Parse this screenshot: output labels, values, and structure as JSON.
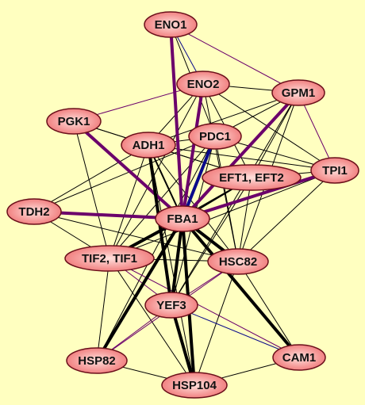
{
  "colors": {
    "background": "#ffffc0",
    "node_fill_light": "#ffe0dc",
    "node_fill_dark": "#f07878",
    "node_border": "#6a0f1a",
    "edge_black": "#000000",
    "edge_purple": "#6b006b",
    "edge_blue": "#0a0a8a"
  },
  "network": {
    "nodes": [
      {
        "id": "ENO1",
        "label": "ENO1"
      },
      {
        "id": "ENO2",
        "label": "ENO2"
      },
      {
        "id": "GPM1",
        "label": "GPM1"
      },
      {
        "id": "PGK1",
        "label": "PGK1"
      },
      {
        "id": "ADH1",
        "label": "ADH1"
      },
      {
        "id": "PDC1",
        "label": "PDC1"
      },
      {
        "id": "EFT",
        "label": "EFT1, EFT2"
      },
      {
        "id": "TPI1",
        "label": "TPI1"
      },
      {
        "id": "TDH2",
        "label": "TDH2"
      },
      {
        "id": "FBA1",
        "label": "FBA1"
      },
      {
        "id": "TIF",
        "label": "TIF2, TIF1"
      },
      {
        "id": "HSC82",
        "label": "HSC82"
      },
      {
        "id": "YEF3",
        "label": "YEF3"
      },
      {
        "id": "HSP82",
        "label": "HSP82"
      },
      {
        "id": "CAM1",
        "label": "CAM1"
      },
      {
        "id": "HSP104",
        "label": "HSP104"
      }
    ],
    "edges": [
      {
        "source": "ENO1",
        "target": "FBA1",
        "color": "purple",
        "weight": 4
      },
      {
        "source": "ENO1",
        "target": "ENO2",
        "color": "blue",
        "weight": 1
      },
      {
        "source": "ENO1",
        "target": "GPM1",
        "color": "purple",
        "weight": 1
      },
      {
        "source": "ENO1",
        "target": "PDC1",
        "color": "black",
        "weight": 1
      },
      {
        "source": "ENO2",
        "target": "FBA1",
        "color": "purple",
        "weight": 4
      },
      {
        "source": "ENO2",
        "target": "GPM1",
        "color": "black",
        "weight": 1
      },
      {
        "source": "ENO2",
        "target": "PGK1",
        "color": "purple",
        "weight": 1
      },
      {
        "source": "ENO2",
        "target": "ADH1",
        "color": "black",
        "weight": 1
      },
      {
        "source": "ENO2",
        "target": "EFT",
        "color": "black",
        "weight": 1
      },
      {
        "source": "ENO2",
        "target": "TPI1",
        "color": "black",
        "weight": 1
      },
      {
        "source": "ENO2",
        "target": "HSC82",
        "color": "black",
        "weight": 1
      },
      {
        "source": "ENO2",
        "target": "TIF",
        "color": "black",
        "weight": 1
      },
      {
        "source": "GPM1",
        "target": "FBA1",
        "color": "purple",
        "weight": 4
      },
      {
        "source": "GPM1",
        "target": "TPI1",
        "color": "purple",
        "weight": 1
      },
      {
        "source": "GPM1",
        "target": "ADH1",
        "color": "black",
        "weight": 1
      },
      {
        "source": "GPM1",
        "target": "PDC1",
        "color": "black",
        "weight": 1
      },
      {
        "source": "GPM1",
        "target": "EFT",
        "color": "black",
        "weight": 1
      },
      {
        "source": "GPM1",
        "target": "HSC82",
        "color": "black",
        "weight": 1
      },
      {
        "source": "GPM1",
        "target": "YEF3",
        "color": "black",
        "weight": 1
      },
      {
        "source": "PGK1",
        "target": "FBA1",
        "color": "purple",
        "weight": 4
      },
      {
        "source": "PGK1",
        "target": "ADH1",
        "color": "black",
        "weight": 1
      },
      {
        "source": "PGK1",
        "target": "TIF",
        "color": "black",
        "weight": 1
      },
      {
        "source": "PGK1",
        "target": "EFT",
        "color": "black",
        "weight": 1
      },
      {
        "source": "ADH1",
        "target": "FBA1",
        "color": "black",
        "weight": 2
      },
      {
        "source": "ADH1",
        "target": "PDC1",
        "color": "black",
        "weight": 1
      },
      {
        "source": "ADH1",
        "target": "EFT",
        "color": "black",
        "weight": 1
      },
      {
        "source": "ADH1",
        "target": "TDH2",
        "color": "black",
        "weight": 1
      },
      {
        "source": "ADH1",
        "target": "TIF",
        "color": "black",
        "weight": 1
      },
      {
        "source": "ADH1",
        "target": "YEF3",
        "color": "black",
        "weight": 4
      },
      {
        "source": "ADH1",
        "target": "HSC82",
        "color": "black",
        "weight": 1
      },
      {
        "source": "ADH1",
        "target": "HSP104",
        "color": "black",
        "weight": 1
      },
      {
        "source": "ADH1",
        "target": "TPI1",
        "color": "black",
        "weight": 1
      },
      {
        "source": "PDC1",
        "target": "FBA1",
        "color": "blue",
        "weight": 4
      },
      {
        "source": "PDC1",
        "target": "TDH2",
        "color": "black",
        "weight": 1
      },
      {
        "source": "PDC1",
        "target": "TIF",
        "color": "black",
        "weight": 1
      },
      {
        "source": "PDC1",
        "target": "TPI1",
        "color": "black",
        "weight": 1
      },
      {
        "source": "PDC1",
        "target": "YEF3",
        "color": "black",
        "weight": 1
      },
      {
        "source": "PDC1",
        "target": "HSC82",
        "color": "black",
        "weight": 1
      },
      {
        "source": "PDC1",
        "target": "HSP82",
        "color": "black",
        "weight": 1
      },
      {
        "source": "EFT",
        "target": "FBA1",
        "color": "black",
        "weight": 2
      },
      {
        "source": "EFT",
        "target": "TIF",
        "color": "black",
        "weight": 1
      },
      {
        "source": "EFT",
        "target": "YEF3",
        "color": "black",
        "weight": 1
      },
      {
        "source": "EFT",
        "target": "HSC82",
        "color": "black",
        "weight": 1
      },
      {
        "source": "EFT",
        "target": "TPI1",
        "color": "black",
        "weight": 1
      },
      {
        "source": "TPI1",
        "target": "FBA1",
        "color": "purple",
        "weight": 4
      },
      {
        "source": "TPI1",
        "target": "TIF",
        "color": "black",
        "weight": 1
      },
      {
        "source": "TPI1",
        "target": "HSC82",
        "color": "black",
        "weight": 1
      },
      {
        "source": "TDH2",
        "target": "FBA1",
        "color": "purple",
        "weight": 4
      },
      {
        "source": "TDH2",
        "target": "TIF",
        "color": "black",
        "weight": 1
      },
      {
        "source": "TDH2",
        "target": "HSC82",
        "color": "black",
        "weight": 1
      },
      {
        "source": "FBA1",
        "target": "TIF",
        "color": "black",
        "weight": 4
      },
      {
        "source": "FBA1",
        "target": "HSC82",
        "color": "black",
        "weight": 4
      },
      {
        "source": "FBA1",
        "target": "YEF3",
        "color": "black",
        "weight": 4
      },
      {
        "source": "FBA1",
        "target": "HSP82",
        "color": "black",
        "weight": 4
      },
      {
        "source": "FBA1",
        "target": "CAM1",
        "color": "black",
        "weight": 4
      },
      {
        "source": "FBA1",
        "target": "HSP104",
        "color": "black",
        "weight": 4
      },
      {
        "source": "TIF",
        "target": "HSC82",
        "color": "black",
        "weight": 1
      },
      {
        "source": "TIF",
        "target": "YEF3",
        "color": "purple",
        "weight": 1
      },
      {
        "source": "TIF",
        "target": "HSP82",
        "color": "black",
        "weight": 1
      },
      {
        "source": "TIF",
        "target": "HSP104",
        "color": "black",
        "weight": 1
      },
      {
        "source": "TIF",
        "target": "CAM1",
        "color": "purple",
        "weight": 1
      },
      {
        "source": "HSC82",
        "target": "YEF3",
        "color": "purple",
        "weight": 1
      },
      {
        "source": "HSC82",
        "target": "HSP82",
        "color": "purple",
        "weight": 1
      },
      {
        "source": "HSC82",
        "target": "HSP104",
        "color": "black",
        "weight": 1
      },
      {
        "source": "HSC82",
        "target": "CAM1",
        "color": "black",
        "weight": 1
      },
      {
        "source": "YEF3",
        "target": "HSP104",
        "color": "black",
        "weight": 4
      },
      {
        "source": "YEF3",
        "target": "HSP82",
        "color": "purple",
        "weight": 1
      },
      {
        "source": "YEF3",
        "target": "CAM1",
        "color": "blue",
        "weight": 1
      },
      {
        "source": "HSP82",
        "target": "HSP104",
        "color": "black",
        "weight": 1
      },
      {
        "source": "HSP104",
        "target": "CAM1",
        "color": "black",
        "weight": 1
      }
    ]
  }
}
